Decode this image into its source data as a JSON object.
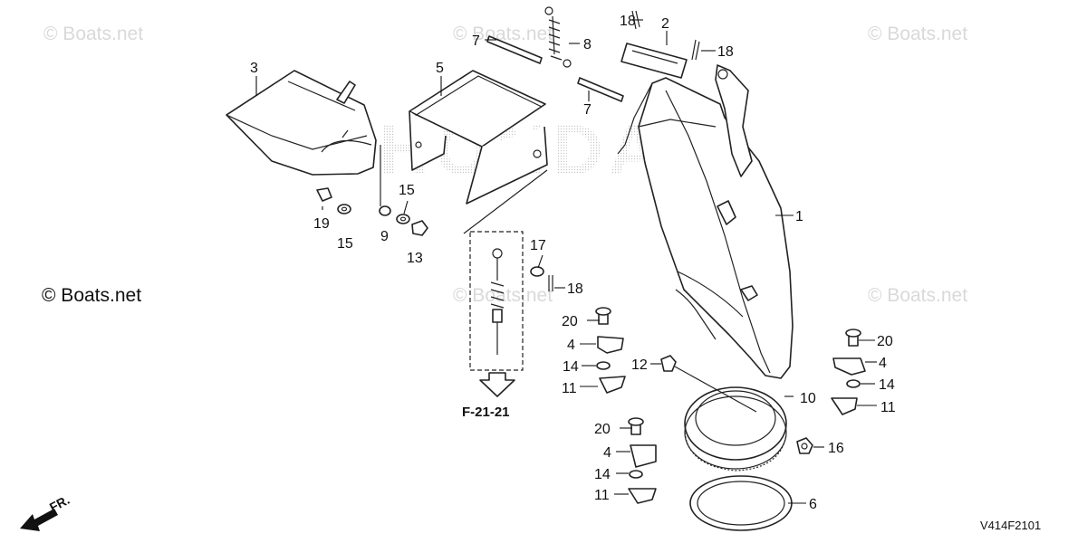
{
  "watermarks": {
    "top_left": "© Boats.net",
    "top_center": "© Boats.net",
    "top_right": "© Boats.net",
    "mid_left": "© Boats.net",
    "mid_center": "© Boats.net",
    "mid_right": "© Boats.net"
  },
  "callouts": {
    "c1": "1",
    "c2": "2",
    "c3": "3",
    "c4a": "4",
    "c4b": "4",
    "c4c": "4",
    "c5": "5",
    "c6": "6",
    "c7a": "7",
    "c7b": "7",
    "c8": "8",
    "c9": "9",
    "c10": "10",
    "c11a": "11",
    "c11b": "11",
    "c11c": "11",
    "c12": "12",
    "c13": "13",
    "c14a": "14",
    "c14b": "14",
    "c14c": "14",
    "c15a": "15",
    "c15b": "15",
    "c16": "16",
    "c17": "17",
    "c18a": "18",
    "c18b": "18",
    "c18c": "18",
    "c19": "19",
    "c20a": "20",
    "c20b": "20",
    "c20c": "20"
  },
  "reference": "F-21-21",
  "front_marker": "FR.",
  "diagram_code": "V414F2101",
  "brand_background": "HONDA",
  "colors": {
    "line": "#222222",
    "watermark": "#d9d9d9",
    "background": "#ffffff"
  }
}
